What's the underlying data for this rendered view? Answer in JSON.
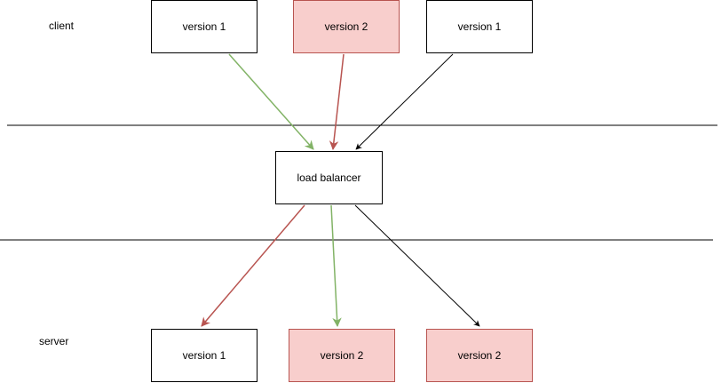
{
  "labels": {
    "client": "client",
    "server": "server"
  },
  "nodes": {
    "client_1": {
      "label": "version 1",
      "version": 1
    },
    "client_2": {
      "label": "version 2",
      "version": 2
    },
    "client_3": {
      "label": "version 1",
      "version": 1
    },
    "load_balancer": {
      "label": "load balancer"
    },
    "server_1": {
      "label": "version 1",
      "version": 1
    },
    "server_2": {
      "label": "version 2",
      "version": 2
    },
    "server_3": {
      "label": "version 2",
      "version": 2
    }
  },
  "colors": {
    "version_2_fill": "#f8cecc",
    "version_2_border": "#b85450",
    "green_edge": "#82b366",
    "red_edge": "#b85450",
    "black_edge": "#000000"
  },
  "edges": [
    {
      "from": "client_1",
      "to": "load_balancer",
      "color": "green"
    },
    {
      "from": "client_2",
      "to": "load_balancer",
      "color": "red"
    },
    {
      "from": "client_3",
      "to": "load_balancer",
      "color": "black"
    },
    {
      "from": "load_balancer",
      "to": "server_1",
      "color": "red"
    },
    {
      "from": "load_balancer",
      "to": "server_2",
      "color": "green"
    },
    {
      "from": "load_balancer",
      "to": "server_3",
      "color": "black"
    }
  ]
}
